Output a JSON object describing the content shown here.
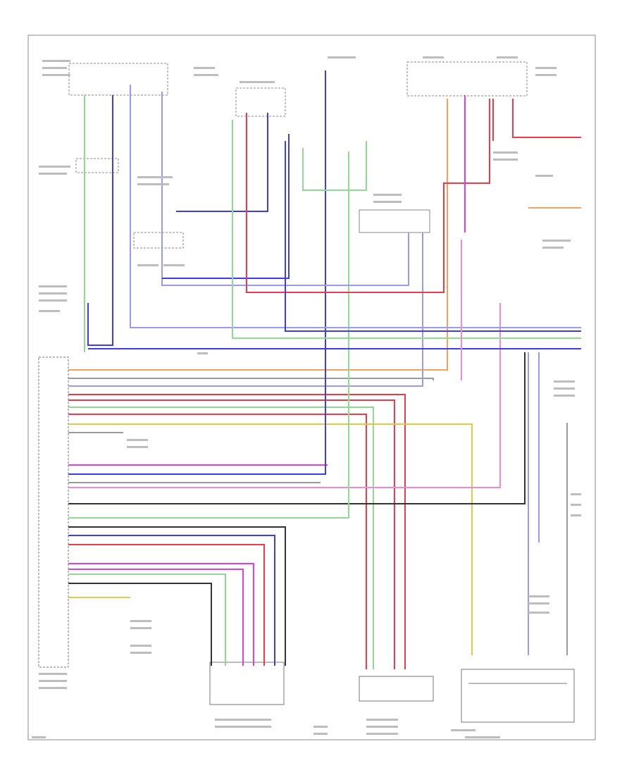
{
  "diagram": {
    "page_number": "",
    "colors": {
      "green": "#8fdc8f",
      "blue": "#3d3df0",
      "light_blue": "#9a9af5",
      "red": "#f03a4a",
      "pink": "#f08ad8",
      "magenta": "#e040e0",
      "orange": "#f5a35a",
      "yellow": "#e8c84a",
      "gray": "#9a9a9a",
      "black": "#333333",
      "frame": "#777777"
    },
    "wire_colors_legend": [
      "green",
      "blue",
      "light_blue",
      "red",
      "pink",
      "magenta",
      "orange",
      "yellow",
      "gray",
      "black"
    ]
  }
}
